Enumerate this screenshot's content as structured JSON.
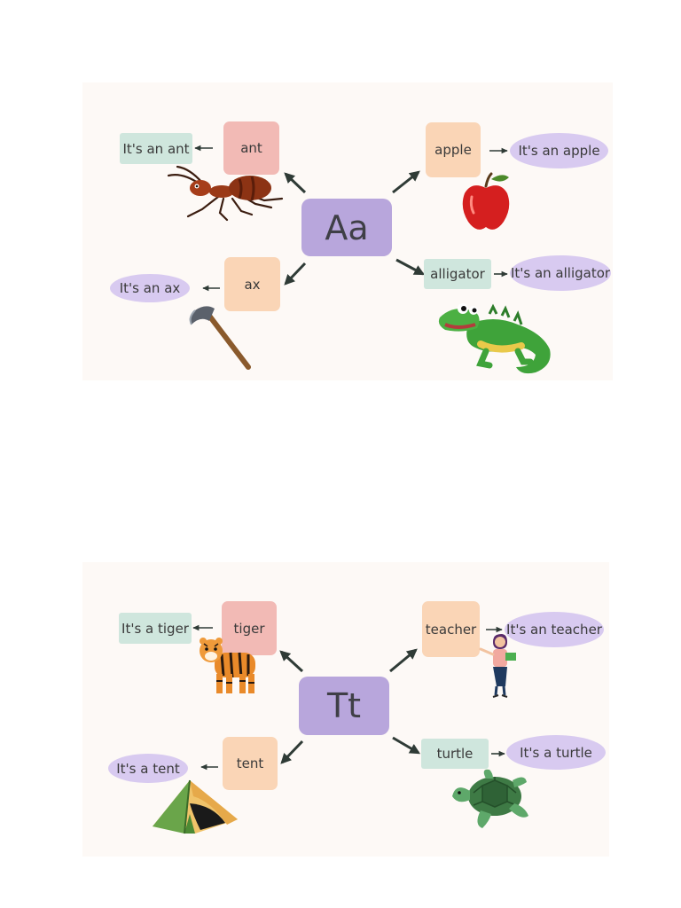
{
  "panel_a": {
    "center_letter": "Aa",
    "words": {
      "ant": "ant",
      "apple": "apple",
      "ax": "ax",
      "alligator": "alligator"
    },
    "sentences": {
      "ant": "It's an ant",
      "apple": "It's an apple",
      "ax": "It's an ax",
      "alligator": "It's an alligator"
    },
    "images": [
      "ant-illustration",
      "apple-illustration",
      "ax-illustration",
      "alligator-illustration"
    ]
  },
  "panel_t": {
    "center_letter": "Tt",
    "words": {
      "tiger": "tiger",
      "teacher": "teacher",
      "tent": "tent",
      "turtle": "turtle"
    },
    "sentences": {
      "tiger": "It's a tiger",
      "teacher": "It's an teacher",
      "tent": "It's a tent",
      "turtle": "It's a turtle"
    },
    "images": [
      "tiger-illustration",
      "teacher-illustration",
      "tent-illustration",
      "turtle-illustration"
    ]
  },
  "colors": {
    "center": "#b8a6dc",
    "word_pink": "#f2bab5",
    "word_peach": "#fad5b6",
    "sentence_mint": "#cfe6dd",
    "sentence_lavender": "#d8caf0",
    "arrow": "#2f3b36"
  }
}
